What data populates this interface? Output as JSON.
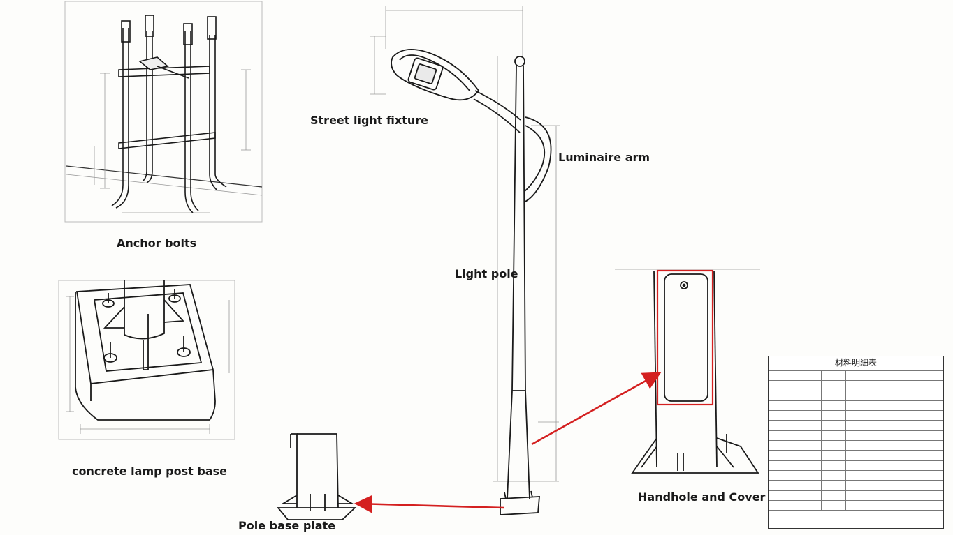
{
  "labels": {
    "fixture": "Street light fixture",
    "arm": "Luminaire arm",
    "anchor": "Anchor bolts",
    "pole": "Light pole",
    "base": "concrete lamp post base",
    "handhole": "Handhole and Cover",
    "plate": "Pole base plate"
  },
  "colors": {
    "line": "#1a1a1a",
    "dim": "#8a8a8a",
    "arrow": "#d42020",
    "highlight": "#d42020"
  },
  "materials_table": {
    "title": "材料明細表",
    "headers": [
      "",
      "",
      "",
      ""
    ],
    "rows": [
      [
        "",
        "",
        "",
        ""
      ],
      [
        "",
        "",
        "",
        ""
      ],
      [
        "",
        "",
        "",
        ""
      ],
      [
        "",
        "",
        "",
        ""
      ],
      [
        "",
        "",
        "",
        ""
      ],
      [
        "",
        "",
        "",
        ""
      ],
      [
        "",
        "",
        "",
        ""
      ],
      [
        "",
        "",
        "",
        ""
      ],
      [
        "",
        "",
        "",
        ""
      ],
      [
        "",
        "",
        "",
        ""
      ],
      [
        "",
        "",
        "",
        ""
      ],
      [
        "",
        "",
        "",
        ""
      ],
      [
        "",
        "",
        "",
        ""
      ]
    ],
    "footer": ""
  }
}
